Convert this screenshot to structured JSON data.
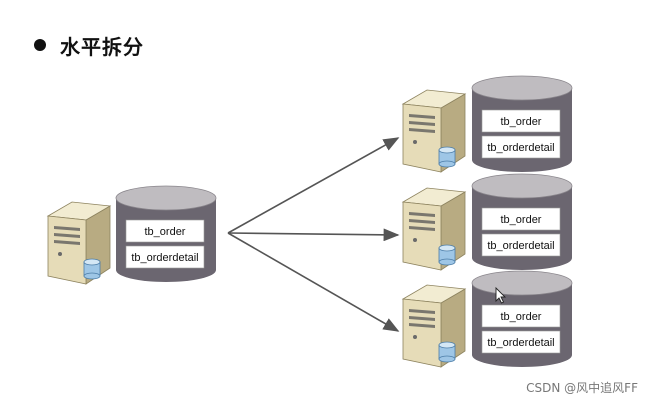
{
  "heading": {
    "bullet": "●",
    "text": "水平拆分"
  },
  "source_node": {
    "tables": [
      "tb_order",
      "tb_orderdetail"
    ]
  },
  "target_nodes": [
    {
      "tables": [
        "tb_order",
        "tb_orderdetail"
      ]
    },
    {
      "tables": [
        "tb_order",
        "tb_orderdetail"
      ]
    },
    {
      "tables": [
        "tb_order",
        "tb_orderdetail"
      ]
    }
  ],
  "icons": {
    "server": "server-icon",
    "database": "database-icon",
    "cursor": "mouse-cursor-icon"
  },
  "colors": {
    "cylinder_body": "#6b6670",
    "cylinder_top": "#bfbcc0",
    "card": "#ffffff",
    "server_front": "#e6dcb8",
    "server_side": "#b8ab82",
    "arrow": "#555555",
    "db_icon": "#9ec6e6"
  },
  "watermark": "CSDN @风中追风FF"
}
